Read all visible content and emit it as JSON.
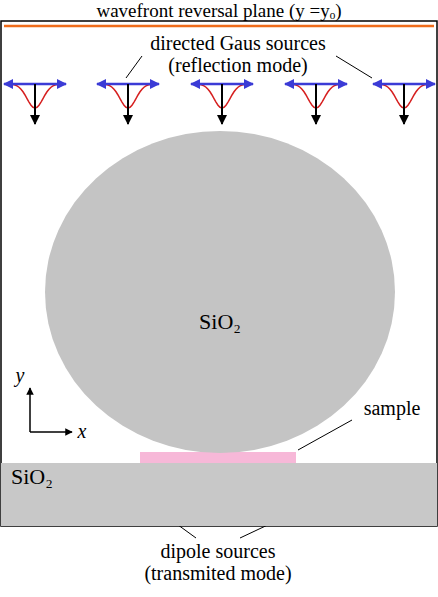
{
  "diagram": {
    "nodes": [
      {
        "text": [
          "SiO₂"
        ]
      },
      {
        "text": [
          "SiO₂"
        ]
      }
    ],
    "edges": [],
    "labels": [
      "wavefront reversal plane (y =yₒ)",
      "directed Gaus sources (reflection mode)",
      "sample",
      "dipole sources (transmited mode)",
      "y",
      "x"
    ]
  }
}
